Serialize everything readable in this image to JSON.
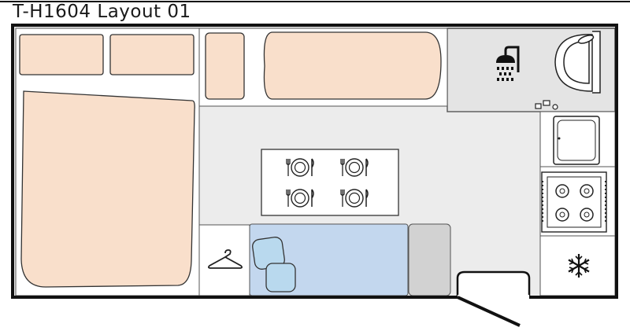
{
  "title": "T-H1604 Layout 01",
  "colors": {
    "cushion": "#f9dfcb",
    "dinette_seat": "#c3d7ee",
    "floor": "#ececec",
    "wet_room": "#e4e4e4",
    "wall": "#111111",
    "cabinet": "#ffffff",
    "gray_seat": "#d2d2d2",
    "pillow": "#b9d9ee"
  },
  "zones": [
    {
      "name": "bed-pillow-left",
      "kind": "cushion"
    },
    {
      "name": "bed-pillow-right",
      "kind": "cushion"
    },
    {
      "name": "double-bed",
      "kind": "cushion"
    },
    {
      "name": "sofa-cushion-small",
      "kind": "cushion"
    },
    {
      "name": "sofa-cushion-large",
      "kind": "cushion"
    },
    {
      "name": "wet-room",
      "kind": "shower-toilet"
    },
    {
      "name": "dinette-table",
      "kind": "table",
      "place_settings": 4
    },
    {
      "name": "dinette-bench",
      "kind": "seat"
    },
    {
      "name": "wardrobe",
      "kind": "storage"
    },
    {
      "name": "kitchen-sink",
      "kind": "sink"
    },
    {
      "name": "cooktop",
      "kind": "hob",
      "burners": 4
    },
    {
      "name": "fridge",
      "kind": "fridge"
    },
    {
      "name": "entry-door",
      "kind": "door"
    }
  ],
  "icons": [
    "shower-icon",
    "toilet-icon",
    "place-setting-icon",
    "hanger-icon",
    "snowflake-icon",
    "burner-icon"
  ]
}
